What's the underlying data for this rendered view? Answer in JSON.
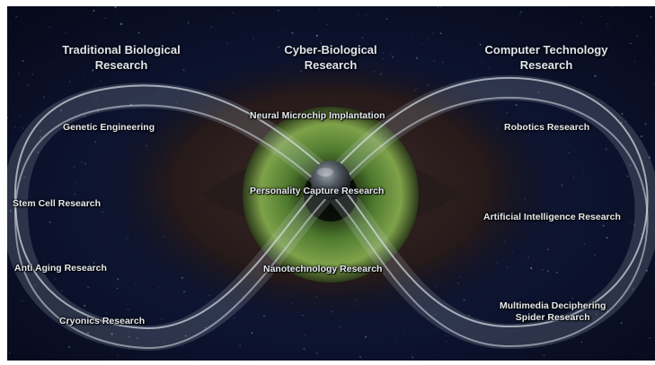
{
  "headings": {
    "left": "Traditional Biological\nResearch",
    "middle": "Cyber-Biological\nResearch",
    "right": "Computer Technology\nResearch"
  },
  "left_loop": {
    "genetic": "Genetic Engineering",
    "stem_cell": "Stem Cell Research",
    "anti_aging": "Anti Aging Research",
    "cryonics": "Cryonics Research"
  },
  "center": {
    "neural": "Neural Microchip Implantation",
    "personality": "Personality Capture Research",
    "nano": "Nanotechnology Research"
  },
  "right_loop": {
    "robotics": "Robotics Research",
    "ai": "Artificial Intelligence Research",
    "multimedia": "Multimedia Deciphering\nSpider Research"
  },
  "colors": {
    "space": "#06091a",
    "iris": "#5f8a3a",
    "loop": "#c9d2dc",
    "text": "#e6eaf0"
  }
}
